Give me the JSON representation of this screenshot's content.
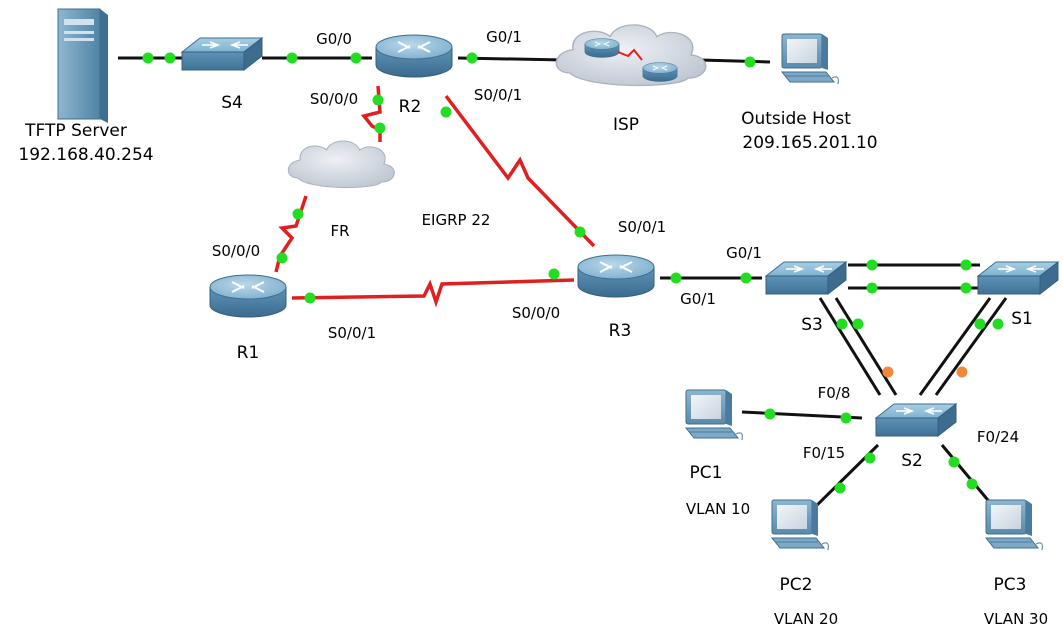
{
  "colors": {
    "ethernet": "#111111",
    "serial": "#e02020",
    "link_up": "#22dd22",
    "link_blocked": "#f0883c",
    "device_blue": "#5f95b8",
    "cloud": "#c9cfd8"
  },
  "devices": {
    "tftp_server": {
      "icon": "server-icon",
      "name": "TFTP Server",
      "ip": "192.168.40.254"
    },
    "s4": {
      "icon": "switch-icon",
      "name": "S4"
    },
    "r2": {
      "icon": "router-icon",
      "name": "R2"
    },
    "isp": {
      "icon": "isp-cloud-icon",
      "name": "ISP"
    },
    "outside_host": {
      "icon": "pc-icon",
      "name": "Outside Host",
      "ip": "209.165.201.10"
    },
    "fr": {
      "icon": "frame-relay-cloud-icon",
      "name": "FR"
    },
    "r1": {
      "icon": "router-icon",
      "name": "R1"
    },
    "r3": {
      "icon": "router-icon",
      "name": "R3"
    },
    "s3": {
      "icon": "switch-icon",
      "name": "S3"
    },
    "s1": {
      "icon": "switch-icon",
      "name": "S1"
    },
    "s2": {
      "icon": "switch-icon",
      "name": "S2"
    },
    "pc1": {
      "icon": "pc-icon",
      "name": "PC1",
      "vlan": "VLAN 10"
    },
    "pc2": {
      "icon": "pc-icon",
      "name": "PC2",
      "vlan": "VLAN 20"
    },
    "pc3": {
      "icon": "pc-icon",
      "name": "PC3",
      "vlan": "VLAN 30"
    }
  },
  "interfaces": {
    "r2_g0_0": "G0/0",
    "r2_g0_1": "G0/1",
    "r2_s0_0_0": "S0/0/0",
    "r2_s0_0_1": "S0/0/1",
    "r1_s0_0_0": "S0/0/0",
    "r1_s0_0_1": "S0/0/1",
    "r3_s0_0_1": "S0/0/1",
    "r3_s0_0_0": "S0/0/0",
    "s3_g0_1": "G0/1",
    "r3_g0_1": "G0/1",
    "s2_f0_8": "F0/8",
    "s2_f0_15": "F0/15",
    "s2_f0_24": "F0/24"
  },
  "routing_label": "EIGRP 22"
}
